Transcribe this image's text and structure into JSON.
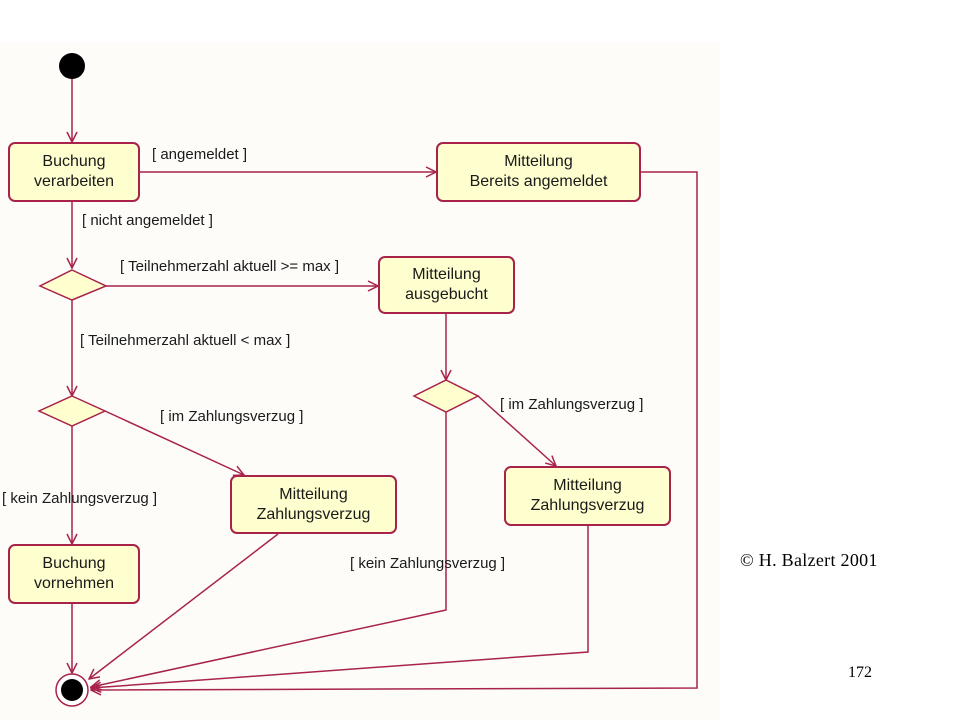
{
  "nodes": {
    "buchung_verarbeiten": "Buchung\nverarbeiten",
    "bereits_angemeldet": "Mitteilung\nBereits angemeldet",
    "ausgebucht": "Mitteilung\nausgebucht",
    "zahlungsverzug_left": "Mitteilung\nZahlungsverzug",
    "zahlungsverzug_right": "Mitteilung\nZahlungsverzug",
    "buchung_vornehmen": "Buchung\nvornehmen"
  },
  "guards": {
    "angemeldet": "[ angemeldet ]",
    "nicht_angemeldet": "[ nicht angemeldet ]",
    "teilnehmer_max": "[ Teilnehmerzahl aktuell >= max ]",
    "teilnehmer_lt_max": "[ Teilnehmerzahl aktuell < max ]",
    "im_zahlungsverzug_left": "[ im Zahlungsverzug ]",
    "kein_zahlungsverzug_left": "[ kein Zahlungsverzug ]",
    "im_zahlungsverzug_right": "[ im Zahlungsverzug ]",
    "kein_zahlungsverzug_right": "[ kein Zahlungsverzug ]"
  },
  "footer": {
    "copyright": "© H. Balzert 2001",
    "page_number": "172"
  },
  "colors": {
    "line": "#a8234a",
    "node_fill": "#fefece",
    "panel": "#fdfcf9"
  }
}
